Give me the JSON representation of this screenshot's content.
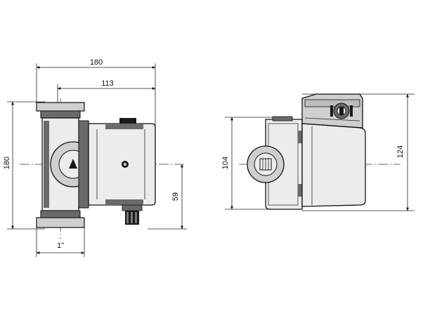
{
  "dimensions": {
    "overall_length": "180",
    "motor_length": "113",
    "height": "180",
    "axis_to_bottom": "59",
    "connection": "1\"",
    "side_height": "104",
    "total_height": "124"
  }
}
